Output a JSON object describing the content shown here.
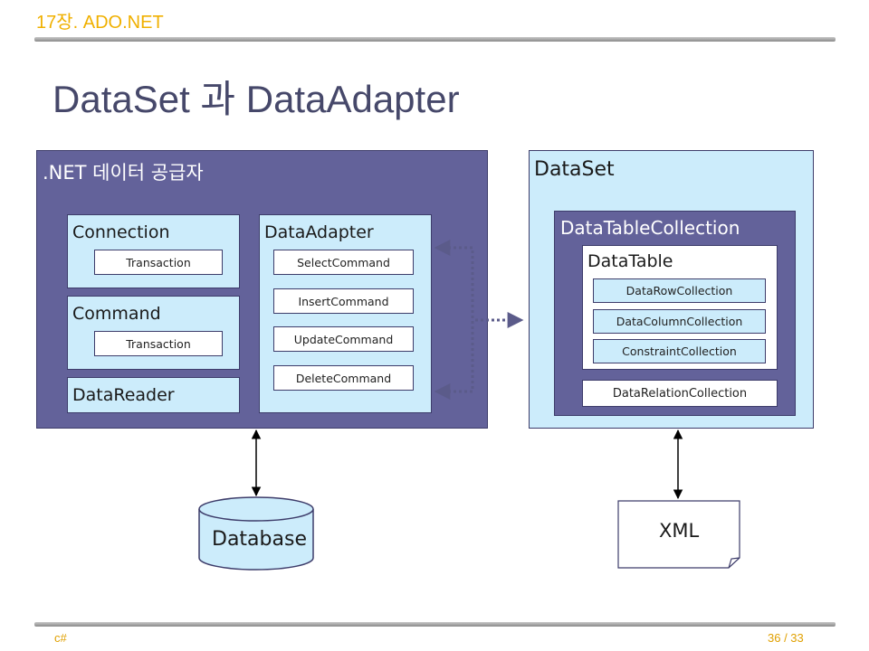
{
  "header": {
    "chapter": "17장. ADO.NET"
  },
  "title": "DataSet 과 DataAdapter",
  "provider": {
    "label": ".NET 데이터 공급자",
    "connection": {
      "label": "Connection",
      "transaction": "Transaction"
    },
    "command": {
      "label": "Command",
      "transaction": "Transaction"
    },
    "datareader": {
      "label": "DataReader"
    },
    "dataadapter": {
      "label": "DataAdapter",
      "commands": [
        "SelectCommand",
        "InsertCommand",
        "UpdateCommand",
        "DeleteCommand"
      ]
    }
  },
  "dataset": {
    "label": "DataSet",
    "tablecollection": {
      "label": "DataTableCollection",
      "datatable": {
        "label": "DataTable",
        "items": [
          "DataRowCollection",
          "DataColumnCollection",
          "ConstraintCollection"
        ]
      }
    },
    "relation": "DataRelationCollection"
  },
  "database": {
    "label": "Database"
  },
  "xml": {
    "label": "XML"
  },
  "footer": {
    "left": "c#",
    "page": "36 / 33"
  },
  "colors": {
    "dark_panel": "#63629a",
    "light_panel": "#ccecfb",
    "accent": "#f0b000"
  }
}
